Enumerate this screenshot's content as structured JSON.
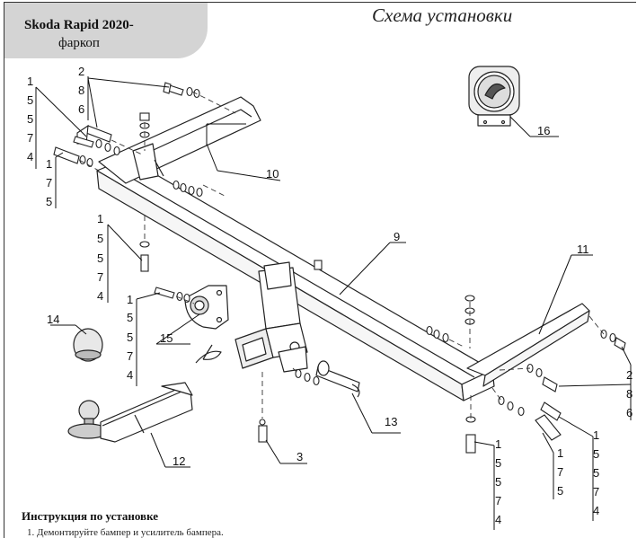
{
  "header": {
    "title": "Skoda Rapid 2020-",
    "subtitle": "фаркоп"
  },
  "schema_title": "Схема установки",
  "instructions": {
    "title": "Инструкция по установке",
    "line1": "1. Демонтируйте бампер и усилитель бампера."
  },
  "stacks": {
    "a": [
      "1",
      "5",
      "5",
      "7",
      "4"
    ],
    "b": [
      "2",
      "8",
      "6"
    ],
    "c": [
      "1",
      "7",
      "5"
    ],
    "d": [
      "1",
      "5",
      "5",
      "7",
      "4"
    ],
    "e": [
      "1",
      "5",
      "5",
      "7",
      "4"
    ],
    "f": [
      "2",
      "8",
      "6"
    ],
    "g": [
      "1",
      "5",
      "5",
      "7",
      "4"
    ],
    "h": [
      "1",
      "7",
      "5"
    ],
    "i": [
      "1",
      "5",
      "5",
      "7",
      "4"
    ]
  },
  "callouts": {
    "c16": "16",
    "c10": "10",
    "c9": "9",
    "c11": "11",
    "c14": "14",
    "c15": "15",
    "c13": "13",
    "c12": "12",
    "c3": "3"
  }
}
